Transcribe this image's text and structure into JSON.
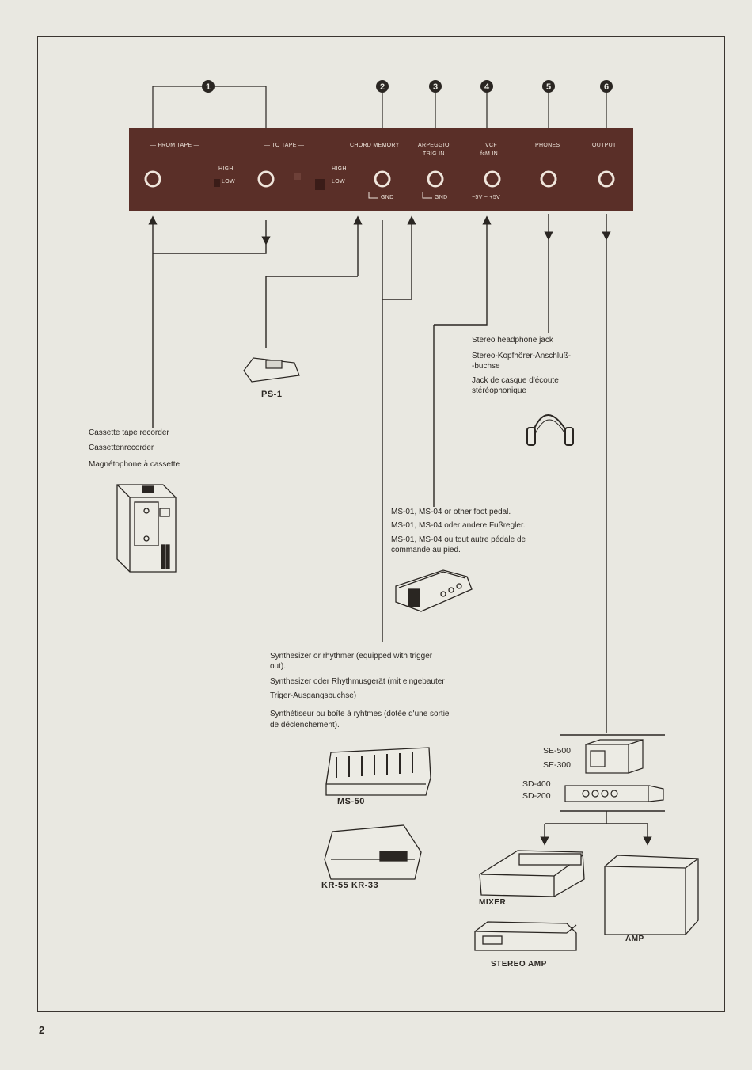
{
  "page": {
    "number": "2"
  },
  "callouts": [
    "1",
    "2",
    "3",
    "4",
    "5",
    "6"
  ],
  "panel": {
    "from_tape": "— FROM TAPE —",
    "to_tape": "— TO TAPE —",
    "chord_memory": "CHORD MEMORY",
    "arpeggio": "ARPEGGIO",
    "trig_in": "TRIG IN",
    "vcf": "VCF",
    "fcm_in": "fcM IN",
    "phones": "PHONES",
    "output": "OUTPUT",
    "high1": "HIGH",
    "low1": "LOW",
    "high2": "HIGH",
    "low2": "LOW",
    "gnd1": "GND",
    "gnd2": "GND",
    "cv_range": "−5V ~ +5V"
  },
  "devices": {
    "ps1": "PS-1",
    "cassette": {
      "en": "Cassette tape recorder",
      "de": "Cassettenrecorder",
      "fr": "Magnétophone à cassette"
    },
    "headphone": {
      "en": "Stereo headphone jack",
      "de1": "Stereo-Kopfhörer-Anschluß-",
      "de2": "-buchse",
      "fr1": "Jack de casque d'écoute",
      "fr2": "stéréophonique"
    },
    "pedal": {
      "en": "MS-01, MS-04 or other foot pedal.",
      "de": "MS-01, MS-04 oder andere Fußregler.",
      "fr1": "MS-01, MS-04 ou tout autre pédale de",
      "fr2": "commande au pied."
    },
    "synth": {
      "en1": "Synthesizer or rhythmer (equipped with trigger",
      "en2": "out).",
      "de1": "Synthesizer oder Rhythmusgerät (mit eingebauter",
      "de2": "Triger-Ausgangsbuchse)",
      "fr1": "Synthétiseur ou boîte à ryhtmes (dotée d'une sortie",
      "fr2": "de déclenchement)."
    },
    "ms50": "MS-50",
    "kr": "KR-55  KR-33",
    "se500": "SE-500",
    "se300": "SE-300",
    "sd400": "SD-400",
    "sd200": "SD-200",
    "mixer": "MIXER",
    "amp": "AMP",
    "stereo_amp": "STEREO AMP"
  }
}
